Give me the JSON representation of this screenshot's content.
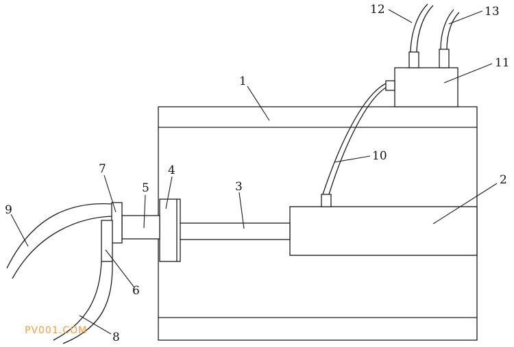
{
  "diagram": {
    "labels": {
      "l1": "1",
      "l2": "2",
      "l3": "3",
      "l4": "4",
      "l5": "5",
      "l6": "6",
      "l7": "7",
      "l8": "8",
      "l9": "9",
      "l10": "10",
      "l11": "11",
      "l12": "12",
      "l13": "13"
    },
    "watermark": "PV001.COM",
    "watermark_color": "#f0a040"
  }
}
